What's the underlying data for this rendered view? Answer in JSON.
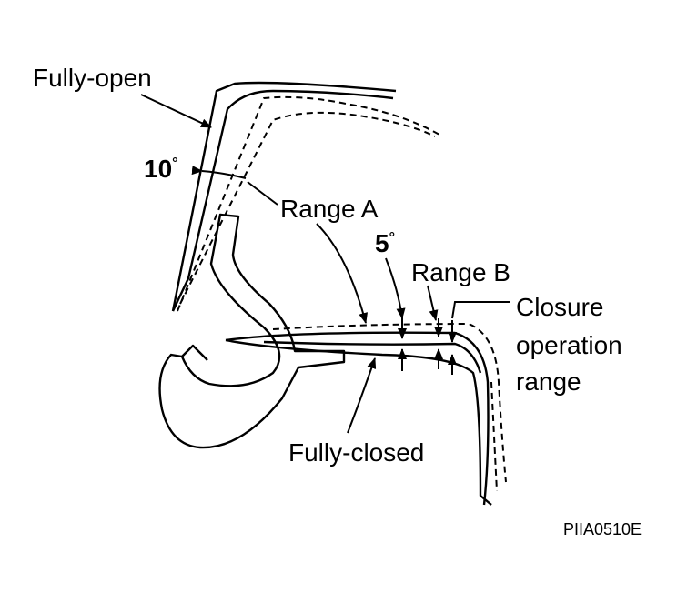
{
  "labels": {
    "fully_open": "Fully-open",
    "angle_10": "10",
    "angle_5": "5",
    "degree_mark": "°",
    "range_a": "Range A",
    "range_b": "Range B",
    "closure_line1": "Closure",
    "closure_line2": "operation",
    "closure_line3": "range",
    "fully_closed": "Fully-closed",
    "figure_code": "PIIA0510E"
  },
  "colors": {
    "ink": "#000000",
    "background": "#ffffff"
  }
}
